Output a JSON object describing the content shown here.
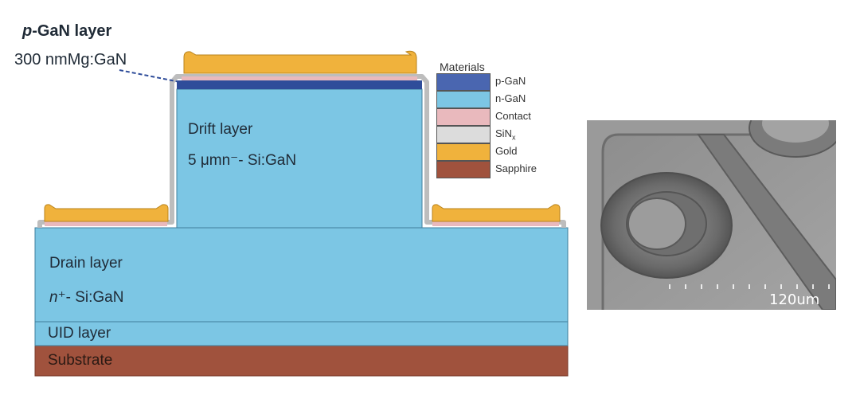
{
  "callout": {
    "line1": "p-GaN layer",
    "line1_prefix": "p",
    "line1_rest": "-GaN layer",
    "line2": "300 nmMg:GaN"
  },
  "layers": {
    "drift_title": "Drift layer",
    "drift_sub": "5 μmn⁻- Si:GaN",
    "drain_title": "Drain layer",
    "drain_sub_italic": "n",
    "drain_sub_rest": "⁺- Si:GaN",
    "uid": "UID layer",
    "substrate": "Substrate"
  },
  "legend": {
    "title": "Materials",
    "items": [
      {
        "label": "p-GaN",
        "color": "#4a66b0"
      },
      {
        "label": "n-GaN",
        "color": "#7cc6e4"
      },
      {
        "label": "Contact",
        "color": "#e9b9bd"
      },
      {
        "label": "SiN",
        "color": "#dcdcdc"
      },
      {
        "label": "Gold",
        "color": "#f0b23c"
      },
      {
        "label": "Sapphire",
        "color": "#a0523d"
      }
    ],
    "sin_subscript": "x"
  },
  "colors": {
    "ngan": "#7cc6e4",
    "pgan": "#2f4d9a",
    "gold": "#f0b23c",
    "sapphire": "#a0523d",
    "sin": "#dcdcdc",
    "contact": "#e9b9bd"
  },
  "sem": {
    "scale_label": "120um"
  }
}
